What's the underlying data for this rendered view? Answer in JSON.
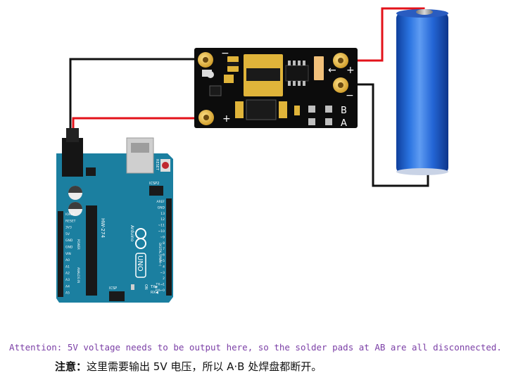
{
  "module": {
    "pad_top_left_sign": "−",
    "pad_bottom_left_sign": "+",
    "pad_top_right_sign": "+",
    "pad_bottom_right_sign": "−",
    "pad_b_label": "B",
    "pad_a_label": "A",
    "arrow_glyph": "←"
  },
  "arduino": {
    "model_label": "HW-274",
    "brand_label": "Arduino",
    "uno_label": "UNO",
    "icsp_label": "ICSP",
    "icsp2_label": "ICSP2",
    "reset_label": "RESET",
    "on_label": "ON",
    "tx_label": "TX▶",
    "rx_label": "RX◀",
    "header_left_labels": [
      "IOREF",
      "RESET",
      "3V3",
      "5V",
      "GND",
      "GND",
      "VIN",
      "A0",
      "A1",
      "A2",
      "A3",
      "A4",
      "A5"
    ],
    "header_left_group_power": "POWER",
    "header_left_group_analog": "ANALOG IN",
    "header_right_labels": [
      "AREF",
      "GND",
      "13",
      "12",
      "~11",
      "~10",
      "~9",
      "8",
      "7",
      "~6",
      "~5",
      "4",
      "~3",
      "2",
      "TX→1",
      "RX←0"
    ],
    "header_right_group_digital": "DIGITAL (PWM~)"
  },
  "colors": {
    "wire_red": "#e3121a",
    "wire_black": "#111111",
    "board_blue": "#1b7fa0",
    "battery_blue": "#1d5fd0",
    "pad_gold": "#e3b53b",
    "pcb_black": "#0c0c0c"
  },
  "notes": {
    "attention_en": "Attention: 5V voltage needs to be output here, so the solder pads at AB are all disconnected.",
    "attention_zh_label": "注意：",
    "attention_zh_text": "这里需要输出 5V 电压，所以 A·B 处焊盘都断开。"
  }
}
